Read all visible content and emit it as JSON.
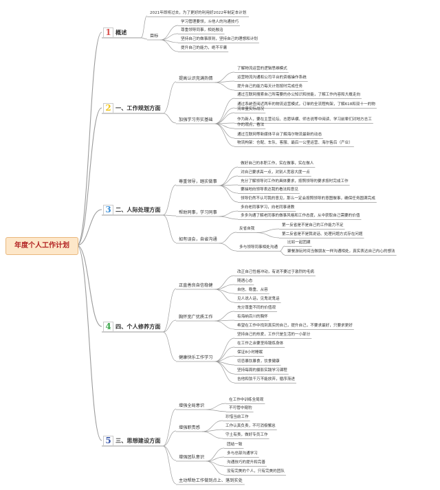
{
  "root": {
    "label": "年度个人工作计划"
  },
  "branches": [
    {
      "num": "1",
      "num_color": "#d9534f",
      "label": "概述",
      "leaves_direct": [
        "2021年即将过去，为了更好的利用好2022年制定本计划"
      ],
      "groups": [
        {
          "label": "目标",
          "items": [
            "学习管理要领，斗他人的沟通技巧",
            "尊重领导同事，相处融洽",
            "坚持自己的做事原则，坚持自己的理想和计划",
            "提升自己的能力，绝不平庸"
          ]
        }
      ]
    },
    {
      "num": "2",
      "num_color": "#f0c419",
      "label": "一、工作规划方面",
      "groups": [
        {
          "label": "提高认识充满热情",
          "items": [
            "了解物流运营的逻辑思维模式",
            "运营物流沟通和公司平台的资格操作系统",
            "提升自己的能力每天计划按时完成任务"
          ]
        },
        {
          "label": "加强学习夯实基础",
          "items": [
            "通过互联网搜索自己所需要的办公知识和技能，了解工作内容和大概走向",
            "通过系统查阅近两年的物流运营模式，订单的全流程构架，了解618和双十一的物",
            "流单量实际战况",
            "作为新人，要在主营论坛、志愿纵横、师志说等中阅读、学习前辈们对地方志工",
            "作的观点，看法",
            "通过互联网等新媒体平台了解海尔物流最新的动态",
            "物流构架：仓配、车队、客服、最后一公里运营、海尔售后（产业）"
          ]
        }
      ]
    },
    {
      "num": "3",
      "num_color": "#3a8fd9",
      "label": "二、人际处理方面",
      "groups": [
        {
          "label": "尊重领导，踏实做事",
          "items": [
            "做好自己的本职工作，实在做事，实在做人",
            "对自己要求高一点，对别人宽容大度一点",
            "充分了解领导对工作的具体要求，按照领导的要求按时完成工作",
            "要抽地向领导表达我的看法和意见",
            "领导仍然不认可我的意见，那么一定会按照领导的意图做事，确保任务圆满完成"
          ]
        },
        {
          "label": "帮助同事，学习同事",
          "items": [
            "多向老同事学习，向老同事请教",
            "多多沟通了解老同事的做事风格和工作态度，从中获取自己需要的价值"
          ]
        },
        {
          "label": "如有误会，自省沟通",
          "subgroups": [
            {
              "label": "反省自我",
              "items": [
                "第一反省是不是自己的工作能力不足",
                "第二反省是不是我说话、处理问题方式存在问题"
              ]
            },
            {
              "label": "多与领导同事相处沟通",
              "items": [
                "比如一起团建",
                "聚餐游玩时间当做朋友一样沟通相处，真实表达自己内心的想法"
              ]
            }
          ]
        }
      ]
    },
    {
      "num": "4",
      "num_color": "#3aa64a",
      "label": "四、个人修养方面",
      "groups": [
        {
          "label": "正直善良自信稳健",
          "items": [
            "改正自己性格冲动，有说不要过于激烈的毛病",
            "随遇心态",
            "自信、稳重、从容",
            "见人说人话，见鬼说鬼话"
          ]
        },
        {
          "label": "胸怀宽广优质工作",
          "items": [
            "充分尊重不同的价值观",
            "有海纳百川的胸怀",
            "希望在工作中找到真实的自己，提升自己，不要求最好，只要求更好"
          ]
        },
        {
          "label": "健康快乐工作学习",
          "items": [
            "坚持自己的热爱，工作只是生活的一小部分",
            "在工作之余要坚持锻炼身体",
            "保证8小时睡眠",
            "切忌暴饮暴食，饮食健康",
            "坚持每周的摄影实践学习课程",
            "吉他和弦千万不能放弃，循序渐进"
          ]
        }
      ]
    },
    {
      "num": "5",
      "num_color": "#3352a8",
      "label": "三、思想建设方面",
      "groups": [
        {
          "label": "增强全局意识",
          "items": [
            "在工作中训练全局观",
            "不可管中窥豹"
          ]
        },
        {
          "label": "增强职责感",
          "items": [
            "珍惜当前工作",
            "工作认真负责，不可消极懈怠",
            "守土有责，做好专员工作"
          ]
        },
        {
          "label": "增强团队意识",
          "items": [
            "团结一致",
            "多与总部沟通学习",
            "沟通技巧的提升和完善",
            "没有完美的个人，只有完美的团队"
          ]
        },
        {
          "label": "主动帮助工作做到点上、落到实处",
          "items": []
        }
      ]
    }
  ]
}
